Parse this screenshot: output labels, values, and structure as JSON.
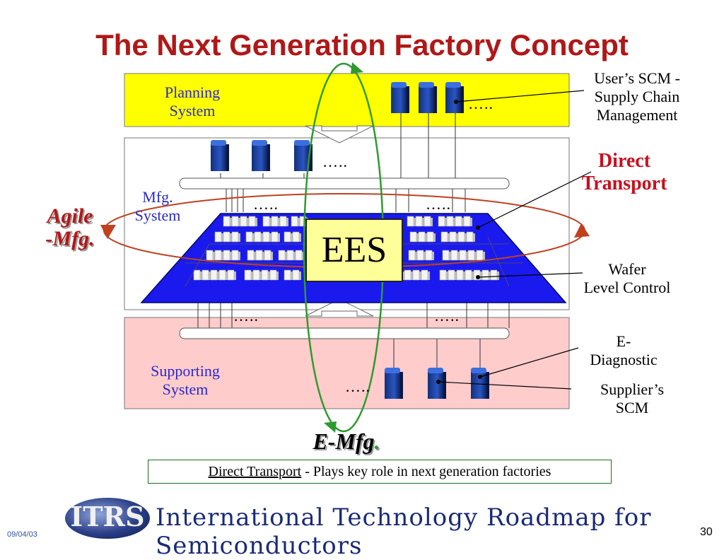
{
  "title": "The Next Generation Factory Concept",
  "systems": {
    "planning": "Planning\nSystem",
    "mfg": "Mfg.\nSystem",
    "supporting": "Supporting\nSystem"
  },
  "labels": {
    "users_scm": "User’s SCM -\nSupply Chain\nManagement",
    "direct_transport": "Direct\nTransport",
    "wafer": "Wafer\nLevel Control",
    "ediag": "E-\nDiagnostic",
    "supplier": "Supplier’s\nSCM",
    "agile": "Agile\n-Mfg.",
    "emfg": "E-Mfg",
    "emfg_dot": ".",
    "ees": "EES",
    "ellipsis": "…..",
    "ellipsis_planning": "…..",
    "ellipsis_mfg": "…..",
    "ellipsis_support": "….."
  },
  "caption": {
    "underlined": "Direct Transport",
    "rest": " - Plays key role in next generation factories"
  },
  "footer": {
    "date": "09/04/03",
    "logo": "ITRS",
    "brand": "International Technology Roadmap for Semiconductors",
    "page": "30"
  },
  "colors": {
    "planning_bg": "#ffff00",
    "supporting_bg": "#ffcccc",
    "floor": "#1a1aee",
    "server": "#1f3f9e",
    "green": "#2e9a2e",
    "red": "#c04020",
    "title": "#b01818"
  }
}
